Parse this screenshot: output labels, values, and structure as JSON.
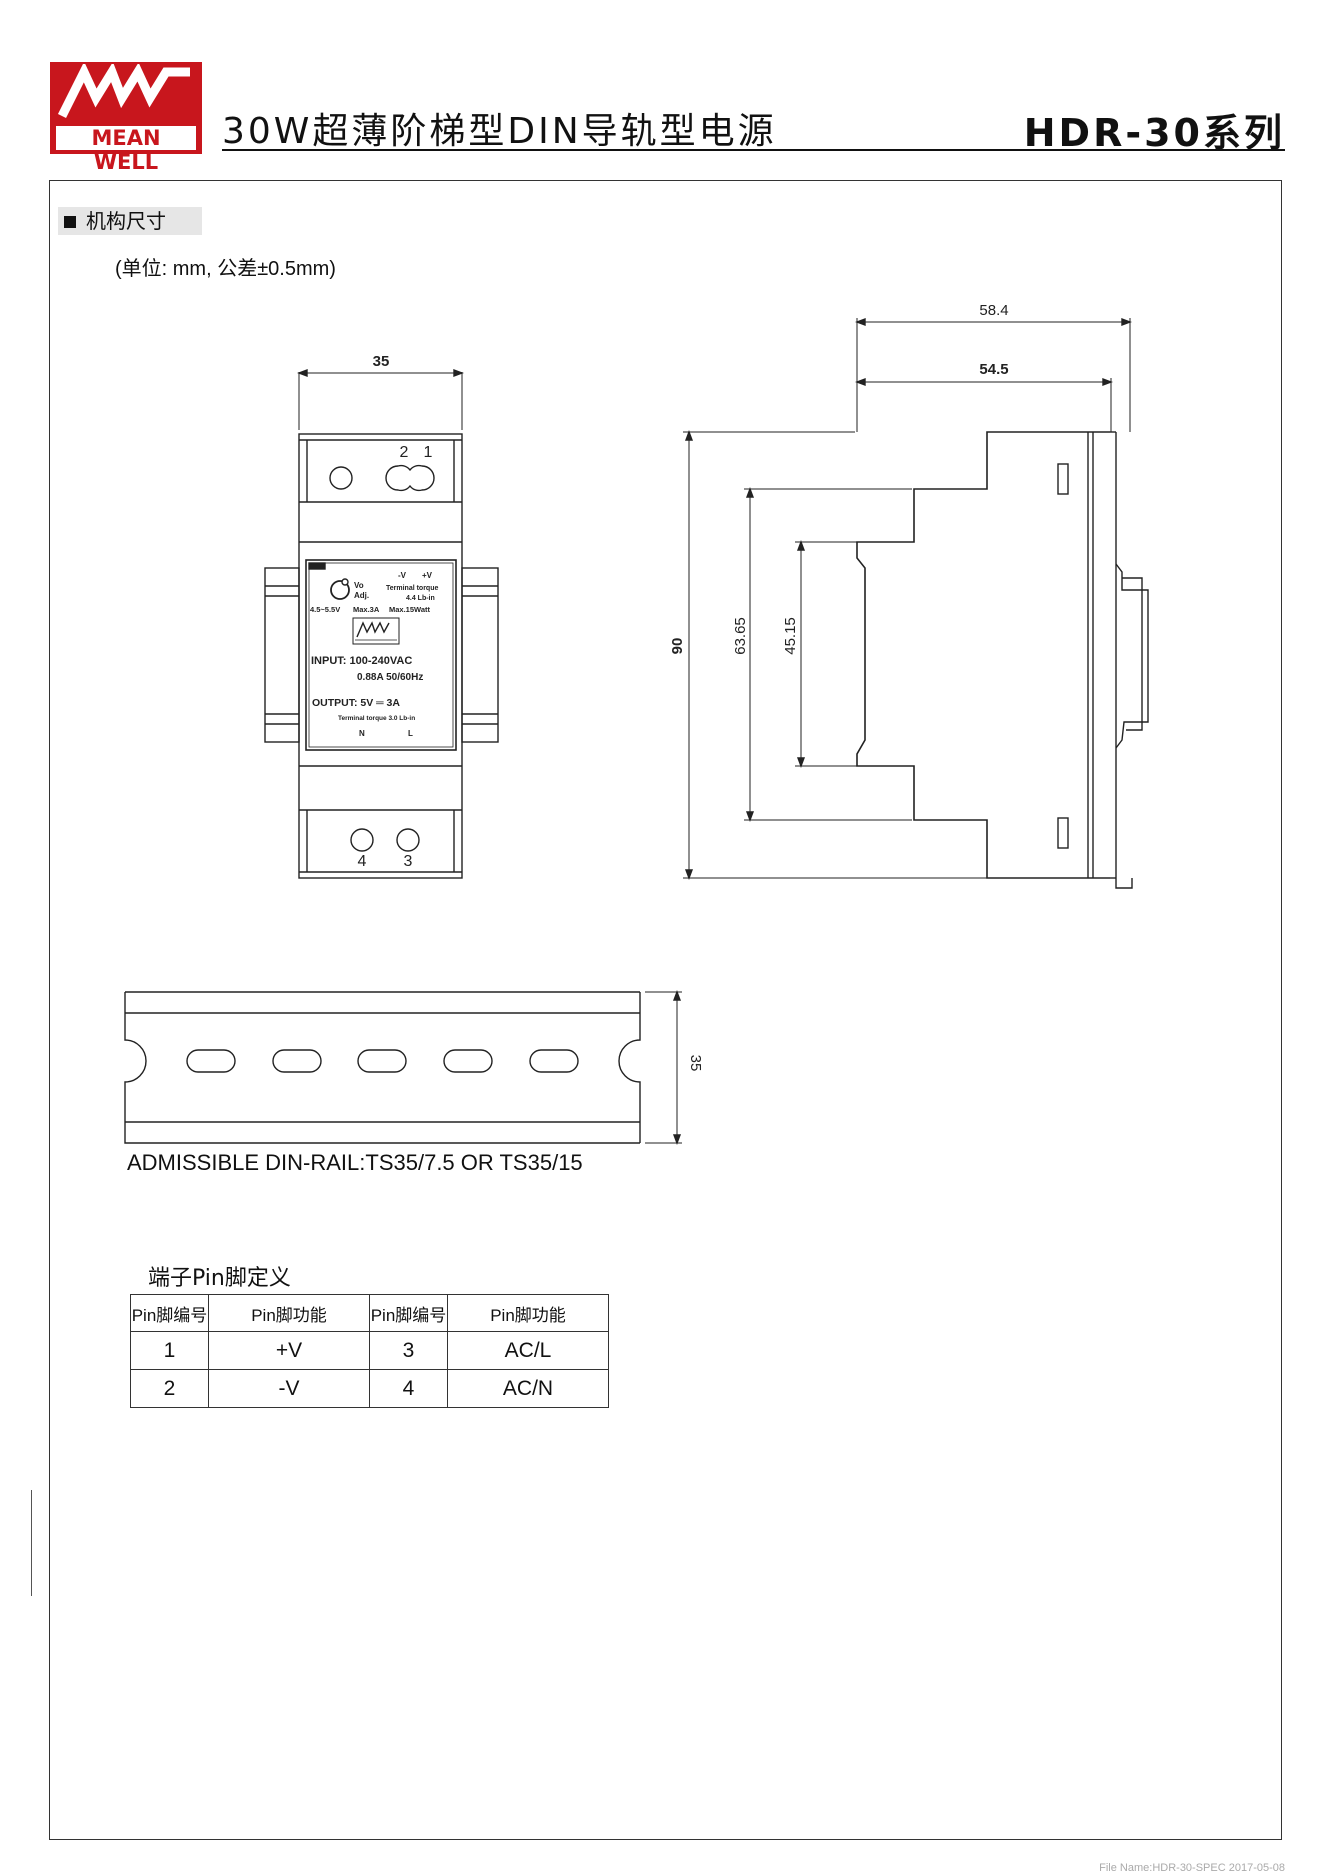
{
  "header": {
    "brand": "MEAN WELL",
    "title": "30W超薄阶梯型DIN导轨型电源",
    "series": "HDR-30系列"
  },
  "section": {
    "title": "机构尺寸",
    "units": "(单位: mm, 公差±0.5mm)"
  },
  "front_view": {
    "width_dim": "35",
    "top_pins": [
      "2",
      "1"
    ],
    "bottom_pins": [
      "4",
      "3"
    ],
    "label": {
      "vo": "Vo",
      "adj": "Adj.",
      "neg": "-V",
      "pos": "+V",
      "torque_out_line1": "Terminal torque",
      "torque_out_line2": "4.4 Lb-in",
      "range": "4.5~5.5V",
      "max_a": "Max.3A",
      "max_w": "Max.15Watt",
      "input": "INPUT: 100-240VAC",
      "input2": "0.88A  50/60Hz",
      "output": "OUTPUT:  5V ═ 3A",
      "torque_in": "Terminal torque 3.0 Lb-in",
      "n": "N",
      "l": "L"
    }
  },
  "side_view": {
    "depth_total": "58.4",
    "depth_body": "54.5",
    "height": "90",
    "step1": "63.65",
    "step2": "45.15"
  },
  "rail": {
    "height_dim": "35",
    "note": "ADMISSIBLE DIN-RAIL:TS35/7.5 OR TS35/15"
  },
  "pin_table": {
    "title": "端子Pin脚定义",
    "headers": [
      "Pin脚编号",
      "Pin脚功能",
      "Pin脚编号",
      "Pin脚功能"
    ],
    "rows": [
      [
        "1",
        "+V",
        "3",
        "AC/L"
      ],
      [
        "2",
        "-V",
        "4",
        "AC/N"
      ]
    ]
  },
  "footer": "File Name:HDR-30-SPEC   2017-05-08",
  "colors": {
    "brand_red": "#c8161d"
  }
}
